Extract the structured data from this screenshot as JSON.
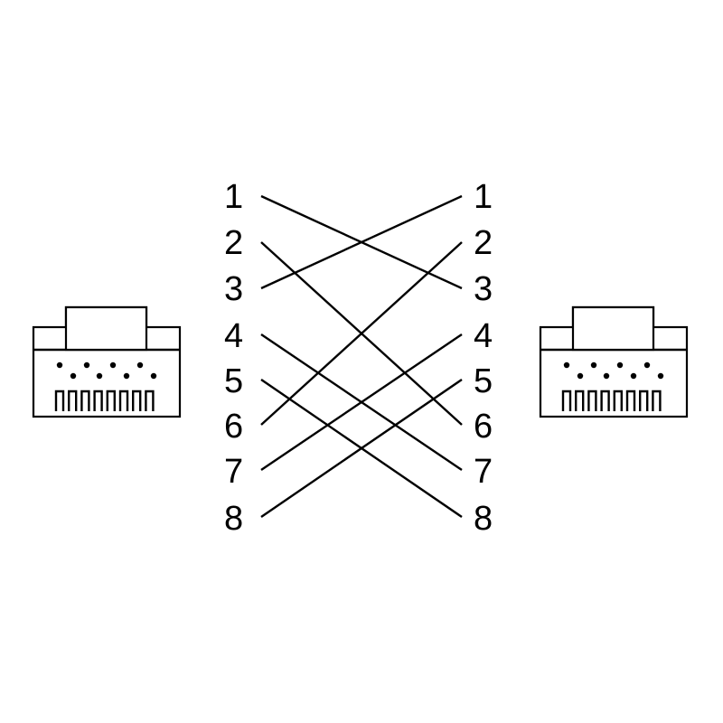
{
  "left_pins": [
    {
      "label": "1"
    },
    {
      "label": "2"
    },
    {
      "label": "3"
    },
    {
      "label": "4"
    },
    {
      "label": "5"
    },
    {
      "label": "6"
    },
    {
      "label": "7"
    },
    {
      "label": "8"
    }
  ],
  "right_pins": [
    {
      "label": "1"
    },
    {
      "label": "2"
    },
    {
      "label": "3"
    },
    {
      "label": "4"
    },
    {
      "label": "5"
    },
    {
      "label": "6"
    },
    {
      "label": "7"
    },
    {
      "label": "8"
    }
  ],
  "wiring": [
    {
      "from": "1",
      "to": "3"
    },
    {
      "from": "2",
      "to": "6"
    },
    {
      "from": "3",
      "to": "1"
    },
    {
      "from": "4",
      "to": "7"
    },
    {
      "from": "5",
      "to": "8"
    },
    {
      "from": "6",
      "to": "2"
    },
    {
      "from": "7",
      "to": "4"
    },
    {
      "from": "8",
      "to": "5"
    }
  ],
  "connectors": [
    {
      "side": "left",
      "icon": "rj45-plug-icon"
    },
    {
      "side": "right",
      "icon": "rj45-plug-icon"
    }
  ],
  "colors": {
    "line": "#000000",
    "background": "#ffffff"
  }
}
